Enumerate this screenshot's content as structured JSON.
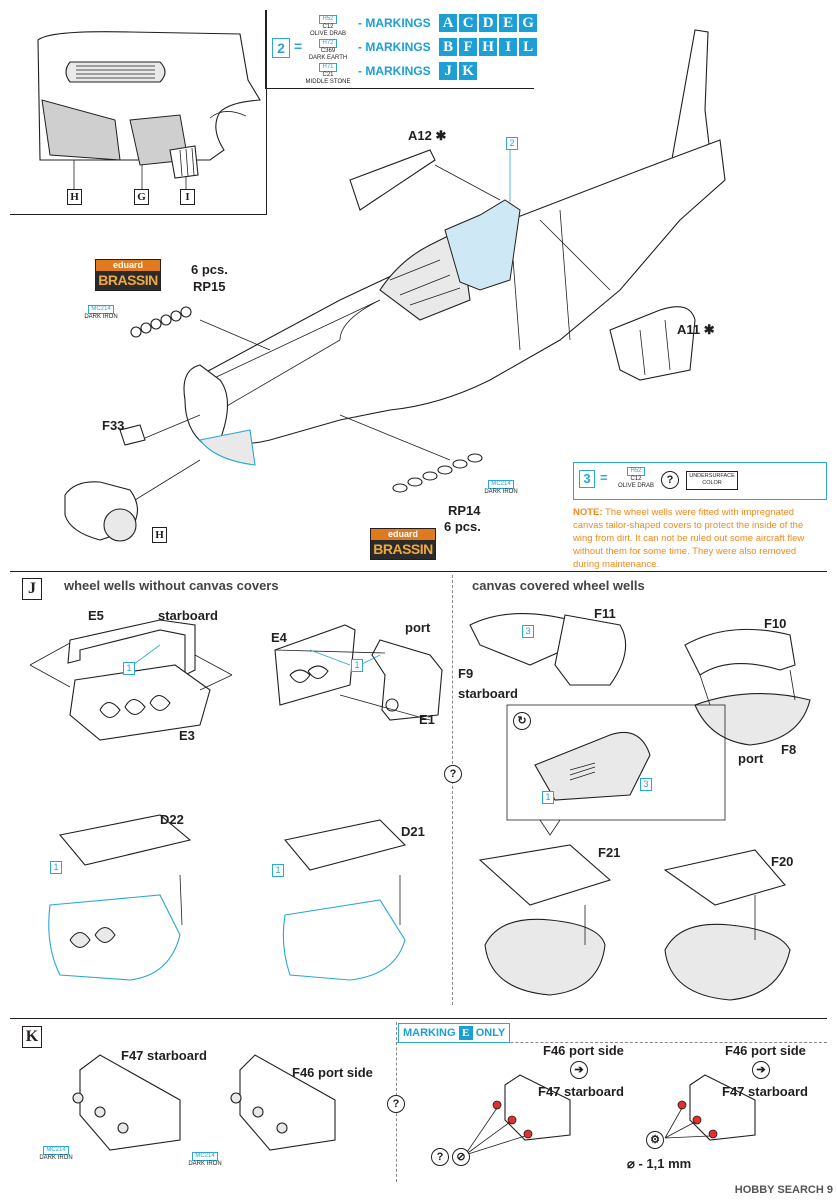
{
  "markings": {
    "step_num": "2",
    "eq": "=",
    "rows": [
      {
        "h": "H52",
        "c": "C12",
        "name": "OLIVE DRAB",
        "word": "- MARKINGS",
        "letters": [
          "A",
          "C",
          "D",
          "E",
          "G"
        ]
      },
      {
        "h": "H72",
        "c": "C369",
        "name": "DARK EARTH",
        "word": "- MARKINGS",
        "letters": [
          "B",
          "F",
          "H",
          "I",
          "L"
        ]
      },
      {
        "h": "H71",
        "c": "C21",
        "name": "MIDDLE STONE",
        "word": "- MARKINGS",
        "letters": [
          "J",
          "K"
        ]
      }
    ]
  },
  "inset": {
    "labels": [
      "H",
      "G",
      "I"
    ]
  },
  "top_parts": {
    "a12": "A12",
    "a11": "A11",
    "canopy_callout": "2",
    "brassin1": {
      "top": "eduard",
      "bottom": "BRASSIN"
    },
    "rp15_count": "6 pcs.",
    "rp15": "RP15",
    "mc214_code": "MC214",
    "mc214_name": "DARK IRON",
    "f33": "F33",
    "h_box": "H",
    "rp14": "RP14",
    "rp14_count": "6 pcs.",
    "brassin2": {
      "top": "eduard",
      "bottom": "BRASSIN"
    }
  },
  "step3": {
    "num": "3",
    "eq": "=",
    "h": "H52",
    "c": "C12",
    "name": "OLIVE DRAB",
    "q": "?",
    "under": "UNDERSURFACE COLOR",
    "note_label": "NOTE:",
    "note_text": "The wheel wells were fitted with impregnated canvas tailor-shaped covers to protect the inside of the wing from dirt. It can not be ruled out some aircraft flew without them for some time. They were also removed during maintenance."
  },
  "section_j": {
    "letter": "J",
    "left_title": "wheel wells without canvas covers",
    "right_title": "canvas covered wheel wells",
    "e5": "E5",
    "starboard1": "starboard",
    "e3": "E3",
    "e4": "E4",
    "port1": "port",
    "e1": "E1",
    "callout1": "1",
    "f11": "F11",
    "f9": "F9",
    "starboard2": "starboard",
    "f10": "F10",
    "f8": "F8",
    "port2": "port",
    "callout3": "3",
    "q": "?",
    "d22": "D22",
    "d21": "D21",
    "f21": "F21",
    "f20": "F20"
  },
  "section_k": {
    "letter": "K",
    "f47s": "F47 starboard",
    "f46p": "F46 port side",
    "marking_word": "MARKING",
    "marking_letter": "E",
    "only": "ONLY",
    "f46p2": "F46 port side",
    "f47s2": "F47 starboard",
    "f46p3": "F46 port side",
    "f47s3": "F47 starboard",
    "diam": "⌀ - 1,1 mm",
    "q": "?"
  },
  "footer": {
    "watermark": "HOBBY SEARCH",
    "page": "9"
  }
}
